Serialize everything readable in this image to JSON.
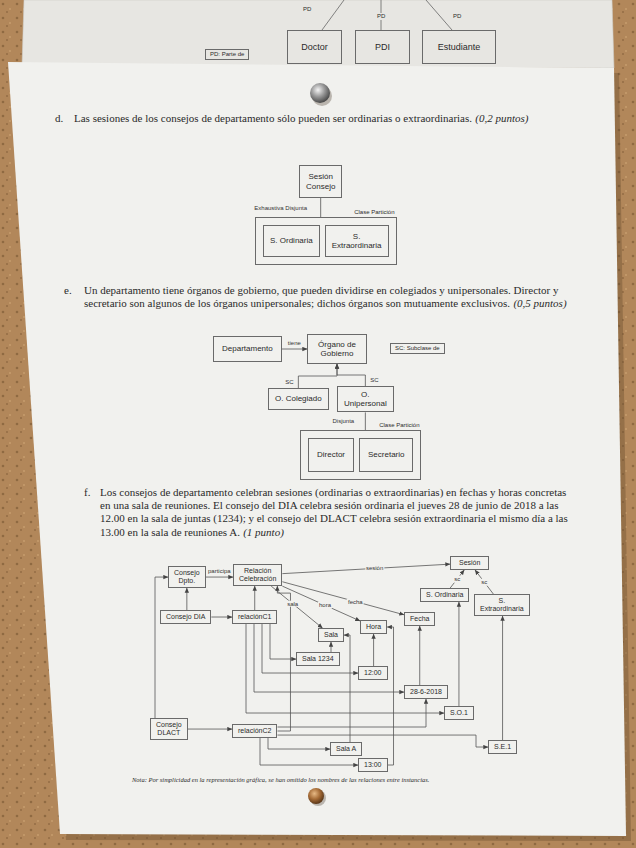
{
  "diagram": {
    "nodes": [
      {
        "text": [
          "Doctor"
        ]
      },
      {
        "text": [
          "PDI"
        ]
      },
      {
        "text": [
          "Estudiante"
        ]
      },
      {
        "text": [
          "PD: Parte de"
        ]
      },
      {
        "text": [
          "Sesión Consejo"
        ]
      },
      {
        "text": [
          "Clase Partición"
        ]
      },
      {
        "text": [
          "S. Ordinaria"
        ],
        "in": 5
      },
      {
        "text": [
          "S. Extraordinaria"
        ],
        "in": 5
      },
      {
        "text": [
          "Departamento"
        ]
      },
      {
        "text": [
          "Órgano de Gobierno"
        ]
      },
      {
        "text": [
          "SC: Subclase de"
        ]
      },
      {
        "text": [
          "O. Colegiado"
        ]
      },
      {
        "text": [
          "O. Unipersonal"
        ]
      },
      {
        "text": [
          "Clase Partición"
        ]
      },
      {
        "text": [
          "Director"
        ],
        "in": 13
      },
      {
        "text": [
          "Secretario"
        ],
        "in": 13
      },
      {
        "text": [
          "Consejo Dpto."
        ]
      },
      {
        "text": [
          "Relación Celebración"
        ]
      },
      {
        "text": [
          "Sesión"
        ]
      },
      {
        "text": [
          "S. Ordinaria"
        ]
      },
      {
        "text": [
          "S. Extraordinaria"
        ]
      },
      {
        "text": [
          "Consejo DIA"
        ]
      },
      {
        "text": [
          "relaciónC1"
        ]
      },
      {
        "text": [
          "Fecha"
        ]
      },
      {
        "text": [
          "Hora"
        ]
      },
      {
        "text": [
          "Sala"
        ]
      },
      {
        "text": [
          "Sala 1234"
        ]
      },
      {
        "text": [
          "12:00"
        ]
      },
      {
        "text": [
          "28-6-2018"
        ]
      },
      {
        "text": [
          "S.O.1"
        ]
      },
      {
        "text": [
          "Consejo DLACT"
        ]
      },
      {
        "text": [
          "relaciónC2"
        ]
      },
      {
        "text": [
          "Sala A"
        ]
      },
      {
        "text": [
          "S.E.1"
        ]
      },
      {
        "text": [
          "13:00"
        ]
      }
    ],
    "edges": [
      {
        "from": 4,
        "to": 5,
        "arrow": "none",
        "label": "Exhaustiva Disjunta"
      },
      {
        "from": 8,
        "to": 9,
        "arrow": "to",
        "label": "tiene"
      },
      {
        "from": 11,
        "to": 9,
        "arrow": "to",
        "label": "SC"
      },
      {
        "from": 12,
        "to": 9,
        "arrow": "to",
        "label": "SC"
      },
      {
        "from": 12,
        "to": 13,
        "arrow": "none",
        "label": "Disjunta"
      },
      {
        "from": 16,
        "to": 17,
        "arrow": "to",
        "label": "participa"
      },
      {
        "from": 17,
        "to": 18,
        "arrow": "to",
        "label": "sesión"
      },
      {
        "from": 17,
        "to": 23,
        "arrow": "to",
        "label": "fecha"
      },
      {
        "from": 17,
        "to": 24,
        "arrow": "to",
        "label": "hora"
      },
      {
        "from": 17,
        "to": 25,
        "arrow": "to",
        "label": "sala"
      },
      {
        "from": 19,
        "to": 18,
        "arrow": "to",
        "label": "sc"
      },
      {
        "from": 20,
        "to": 18,
        "arrow": "to",
        "label": "sc"
      },
      {
        "from": 21,
        "to": 16,
        "arrow": "to"
      },
      {
        "from": 21,
        "to": 22,
        "arrow": "to"
      },
      {
        "from": 22,
        "to": 17,
        "arrow": "to"
      },
      {
        "from": 22,
        "to": 26,
        "arrow": "to"
      },
      {
        "from": 22,
        "to": 27,
        "arrow": "to"
      },
      {
        "from": 22,
        "to": 28,
        "arrow": "to"
      },
      {
        "from": 22,
        "to": 29,
        "arrow": "to"
      },
      {
        "from": 26,
        "to": 25,
        "arrow": "to"
      },
      {
        "from": 27,
        "to": 24,
        "arrow": "to"
      },
      {
        "from": 28,
        "to": 23,
        "arrow": "to"
      },
      {
        "from": 29,
        "to": 19,
        "arrow": "to"
      },
      {
        "from": 30,
        "to": 16,
        "arrow": "to"
      },
      {
        "from": 30,
        "to": 31,
        "arrow": "to"
      },
      {
        "from": 31,
        "to": 17,
        "arrow": "to"
      },
      {
        "from": 31,
        "to": 32,
        "arrow": "to"
      },
      {
        "from": 31,
        "to": 34,
        "arrow": "to"
      },
      {
        "from": 31,
        "to": 28,
        "arrow": "to"
      },
      {
        "from": 31,
        "to": 33,
        "arrow": "to"
      },
      {
        "from": 32,
        "to": 25,
        "arrow": "to"
      },
      {
        "from": 33,
        "to": 20,
        "arrow": "to"
      },
      {
        "from": 34,
        "to": 24,
        "arrow": "to"
      }
    ],
    "labels": [
      "PD",
      "PD",
      "PD",
      "d.",
      "Las sesiones de los consejos de departamento sólo pueden ser ordinarias o extraordinarias.",
      "(0,2 puntos)",
      "e.",
      "Un departamento tiene órganos de gobierno, que pueden dividirse en colegiados y unipersonales. Director y secretario son algunos de los órganos unipersonales; dichos órganos son mutuamente exclusivos.",
      "(0,5 puntos)",
      "f.",
      "Los consejos de departamento celebran sesiones (ordinarias o extraordinarias) en fechas y horas concretas en una sala de reuniones. El consejo del DIA celebra sesión ordinaria el jueves 28 de junio de 2018 a las 12.00 en la sala de juntas (1234); y el consejo del DLACT celebra sesión extraordinaria el mismo día a las 13.00 en la sala de reuniones A.",
      "(1 punto)",
      "Nota: Por simplicidad en la representación gráfica, se han omitido los nombres de las relaciones entre instancias."
    ]
  }
}
